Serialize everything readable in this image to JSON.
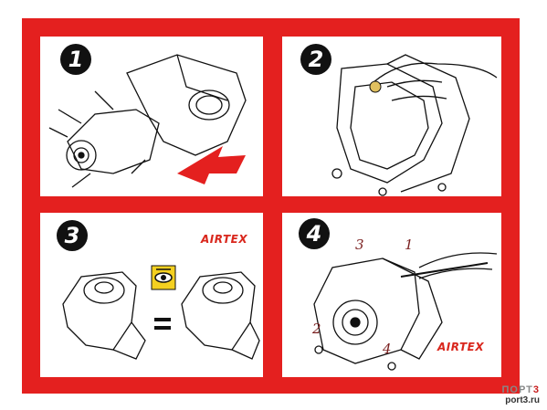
{
  "colors": {
    "frame_red": "#e4201f",
    "brand_red": "#d9261c",
    "callout": "#7a1f1f",
    "step_badge": "#111111"
  },
  "steps": [
    {
      "number": "1"
    },
    {
      "number": "2"
    },
    {
      "number": "3",
      "brand": "AIRTEX",
      "icon": "eye-inspection-icon"
    },
    {
      "number": "4",
      "brand": "AIRTEX",
      "callouts": [
        "1",
        "2",
        "3",
        "4"
      ]
    }
  ],
  "footer": {
    "watermark_main": "ПОРТ",
    "watermark_accent": "3",
    "site": "port3.ru"
  }
}
